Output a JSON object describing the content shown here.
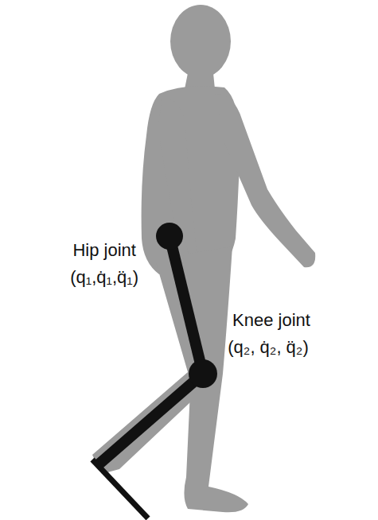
{
  "diagram": {
    "labels": [
      "Hip joint",
      "(q₁,q̇₁,q̈₁)",
      "Knee joint",
      "(q₂, q̇₂, q̈₂)"
    ]
  }
}
